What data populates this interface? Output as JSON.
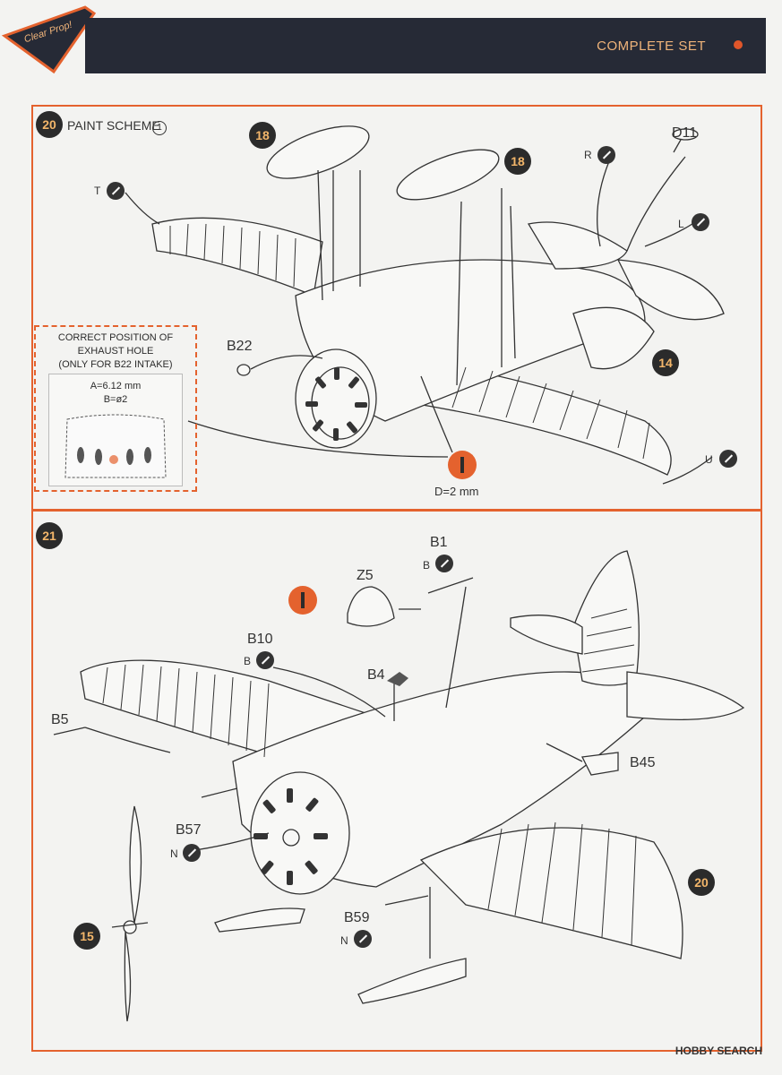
{
  "header": {
    "logo_text": "Clear Prop!",
    "title": "COMPLETE SET"
  },
  "step20": {
    "number": "20",
    "title": "PAINT SCHEME",
    "scheme_number": "1",
    "callouts": {
      "sub18_left": "18",
      "sub18_right": "18",
      "sub14": "14",
      "part_D11": "D11",
      "part_B22": "B22",
      "paint_T": "T",
      "paint_R": "R",
      "paint_L": "L",
      "paint_U": "U",
      "drill": "D=2 mm"
    },
    "note": {
      "line1": "CORRECT POSITION OF",
      "line2": "EXHAUST HOLE",
      "line3": "(ONLY FOR B22 INTAKE)",
      "dim_a": "A=6.12 mm",
      "dim_b": "B=ø2"
    }
  },
  "step21": {
    "number": "21",
    "callouts": {
      "part_B1": "B1",
      "paint_B1": "B",
      "part_Z5": "Z5",
      "part_B10": "B10",
      "paint_B10": "B",
      "part_B4": "B4",
      "part_B5": "B5",
      "part_B45": "B45",
      "part_B57": "B57",
      "paint_B57": "N",
      "part_B59": "B59",
      "paint_B59": "N",
      "sub15": "15",
      "sub20": "20"
    }
  },
  "watermark": "HOBBY SEARCH"
}
